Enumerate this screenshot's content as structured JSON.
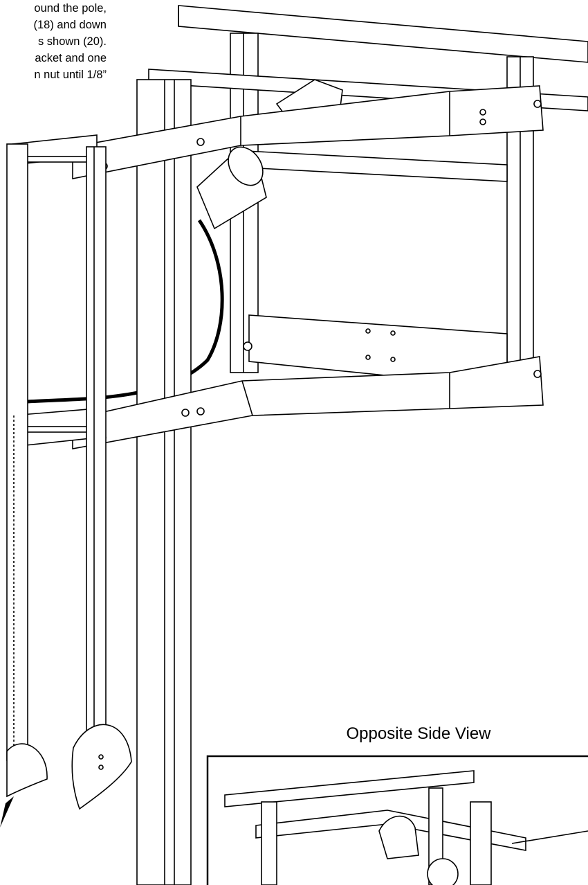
{
  "instructions": {
    "lines": [
      "ound the pole,",
      "(18) and down",
      "s shown (20).",
      "acket and one",
      "n nut until 1/8”"
    ]
  },
  "inset": {
    "title": "Opposite Side View"
  },
  "colors": {
    "line": "#000000",
    "background": "#ffffff"
  }
}
